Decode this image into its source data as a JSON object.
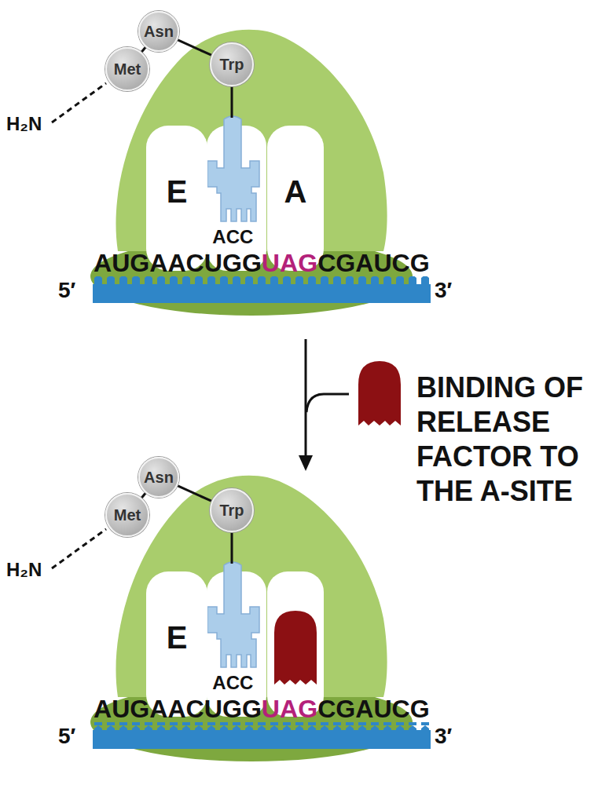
{
  "diagram": {
    "nodes": [
      {
        "text": [
          "Met"
        ]
      },
      {
        "text": [
          "Asn"
        ]
      },
      {
        "text": [
          "Trp"
        ]
      },
      {
        "text": [
          "E"
        ]
      },
      {
        "text": [
          "A"
        ]
      },
      {
        "text": [
          "Met"
        ]
      },
      {
        "text": [
          "Asn"
        ]
      },
      {
        "text": [
          "Trp"
        ]
      },
      {
        "text": [
          "E"
        ]
      }
    ],
    "edges": [
      {
        "from": 0,
        "to": 1,
        "arrow": "none"
      },
      {
        "from": 1,
        "to": 2,
        "arrow": "none"
      },
      {
        "from": 5,
        "to": 6,
        "arrow": "none"
      },
      {
        "from": 6,
        "to": 7,
        "arrow": "none"
      }
    ],
    "labels": [
      "H₂N",
      "ACC",
      "AUGAACUGG",
      "UAG",
      "CGAUCG",
      "5′",
      "3′",
      "BINDING OF RELEASE FACTOR TO THE A-SITE",
      "H₂N",
      "ACC",
      "AUGAACUGG",
      "UAG",
      "CGAUCG",
      "5′",
      "3′"
    ]
  }
}
